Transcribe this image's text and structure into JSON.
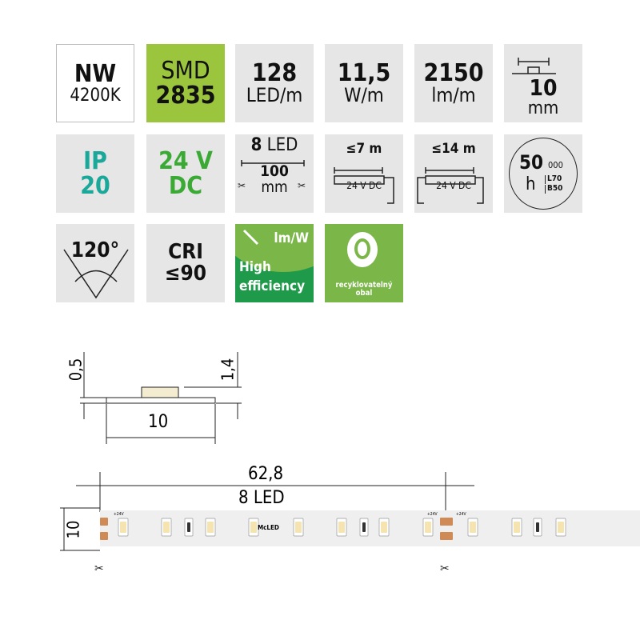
{
  "tiles": {
    "color": {
      "line1": "NW",
      "line2": "4200K"
    },
    "chip": {
      "line1": "SMD",
      "line2": "2835"
    },
    "density": {
      "value": "128",
      "unit": "LED/m"
    },
    "power": {
      "value": "11,5",
      "unit": "W/m"
    },
    "flux": {
      "value": "2150",
      "unit": "lm/m"
    },
    "width": {
      "value": "10",
      "unit": "mm"
    },
    "ip": {
      "line1": "IP",
      "line2": "20"
    },
    "voltage": {
      "line1": "24 V",
      "line2": "DC"
    },
    "cut": {
      "count": "8",
      "led": "LED",
      "length": "100",
      "unit": "mm"
    },
    "single_feed": {
      "length": "≤7 m",
      "voltage": "24 V DC"
    },
    "double_feed": {
      "length": "≤14 m",
      "voltage": "24 V DC"
    },
    "lifetime": {
      "hours": "50",
      "thousands": "000",
      "unit": "h",
      "l": "L70",
      "b": "B50"
    },
    "angle": {
      "value": "120°"
    },
    "cri": {
      "label": "CRI",
      "value": "≤90"
    },
    "efficiency": {
      "unit": "lm/W",
      "line1": "High",
      "line2": "efficiency"
    },
    "recycle": {
      "line1": "recyklovatelný",
      "line2": "obal"
    }
  },
  "cross_section": {
    "thickness": "0,5",
    "height": "1,4",
    "width": "10"
  },
  "strip": {
    "segment_length": "62,8",
    "segment_leds": "8 LED",
    "width": "10",
    "brand": "McLED",
    "plus_label": "+24V",
    "minus_label": "-"
  },
  "colors": {
    "tile_bg": "#e6e6e6",
    "chip_green": "#9bc53d",
    "ip_teal": "#1aa89a",
    "voltage_green": "#3aaa35",
    "efficiency_green": "#1e9a4a",
    "recycle_green": "#7ab648",
    "pad_copper": "#d08a55"
  }
}
